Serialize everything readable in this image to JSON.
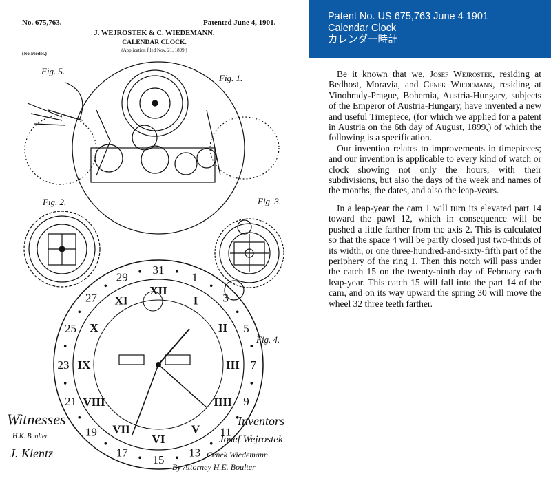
{
  "drawing": {
    "patent_no": "No. 675,763.",
    "patented": "Patented June 4, 1901.",
    "inventors_line": "J. WEJROSTEK & C. WIEDEMANN.",
    "title": "CALENDAR CLOCK.",
    "application": "(Application filed Nov. 21, 1899.)",
    "no_model": "(No Model.)",
    "fig1": "Fig. 1.",
    "fig2": "Fig. 2.",
    "fig3": "Fig. 3.",
    "fig4": "Fig. 4.",
    "fig5": "Fig. 5.",
    "witnesses": "Witnesses",
    "inventors": "Inventors",
    "witness1": "H.K. Boulter",
    "witness2": "J. Klentz",
    "inventor1": "Josef Wejrostek",
    "inventor2": "Cenek Wiedemann",
    "attorney": "By Attorney H.E. Boulter",
    "dates": [
      "31",
      "1",
      "3",
      "5",
      "7",
      "9",
      "11",
      "13",
      "15",
      "17",
      "19",
      "21",
      "23",
      "25",
      "27",
      "29"
    ],
    "numerals": [
      "XII",
      "I",
      "II",
      "III",
      "IIII",
      "V",
      "VI",
      "VII",
      "VIII",
      "IX",
      "X",
      "XI"
    ]
  },
  "banner": {
    "line1": "Patent No. US 675,763 June 4 1901",
    "line2": "Calendar Clock",
    "line3": "カレンダー時計"
  },
  "text": {
    "p1_a": "Be it known that we, ",
    "p1_name1": "Josef Wejrostek",
    "p1_b": ", residing at Bedhost, Moravia, and ",
    "p1_name2": "Cenek Wiedemann",
    "p1_c": ", residing at Vinohrady-Prague, Bohemia, Austria-Hungary, subjects of the Emperor of Austria-Hungary, have invented a new and useful Timepiece, (for which we applied for a patent in Austria on the 6th day of August, 1899,) of which the following is a specification.",
    "p2": "Our invention relates to improvements in timepieces; and our invention is applicable to every kind of watch or clock showing not only the hours, with their subdivisions, but also the days of the week and names of the months, the dates, and also the leap-years.",
    "p3": "In a leap-year the cam 1 will turn its elevated part 14 toward the pawl 12, which in consequence will be pushed a little farther from the axis 2. This is calculated so that the space 4 will be partly closed just two-thirds of its width, or one three-hundred-and-sixty-fifth part of the periphery of the ring 1. Then this notch will pass under the catch 15 on the twenty-ninth day of February each leap-year. This catch 15 will fall into the part 14 of the cam, and on its way upward the spring 30 will move the wheel 32 three teeth farther."
  }
}
